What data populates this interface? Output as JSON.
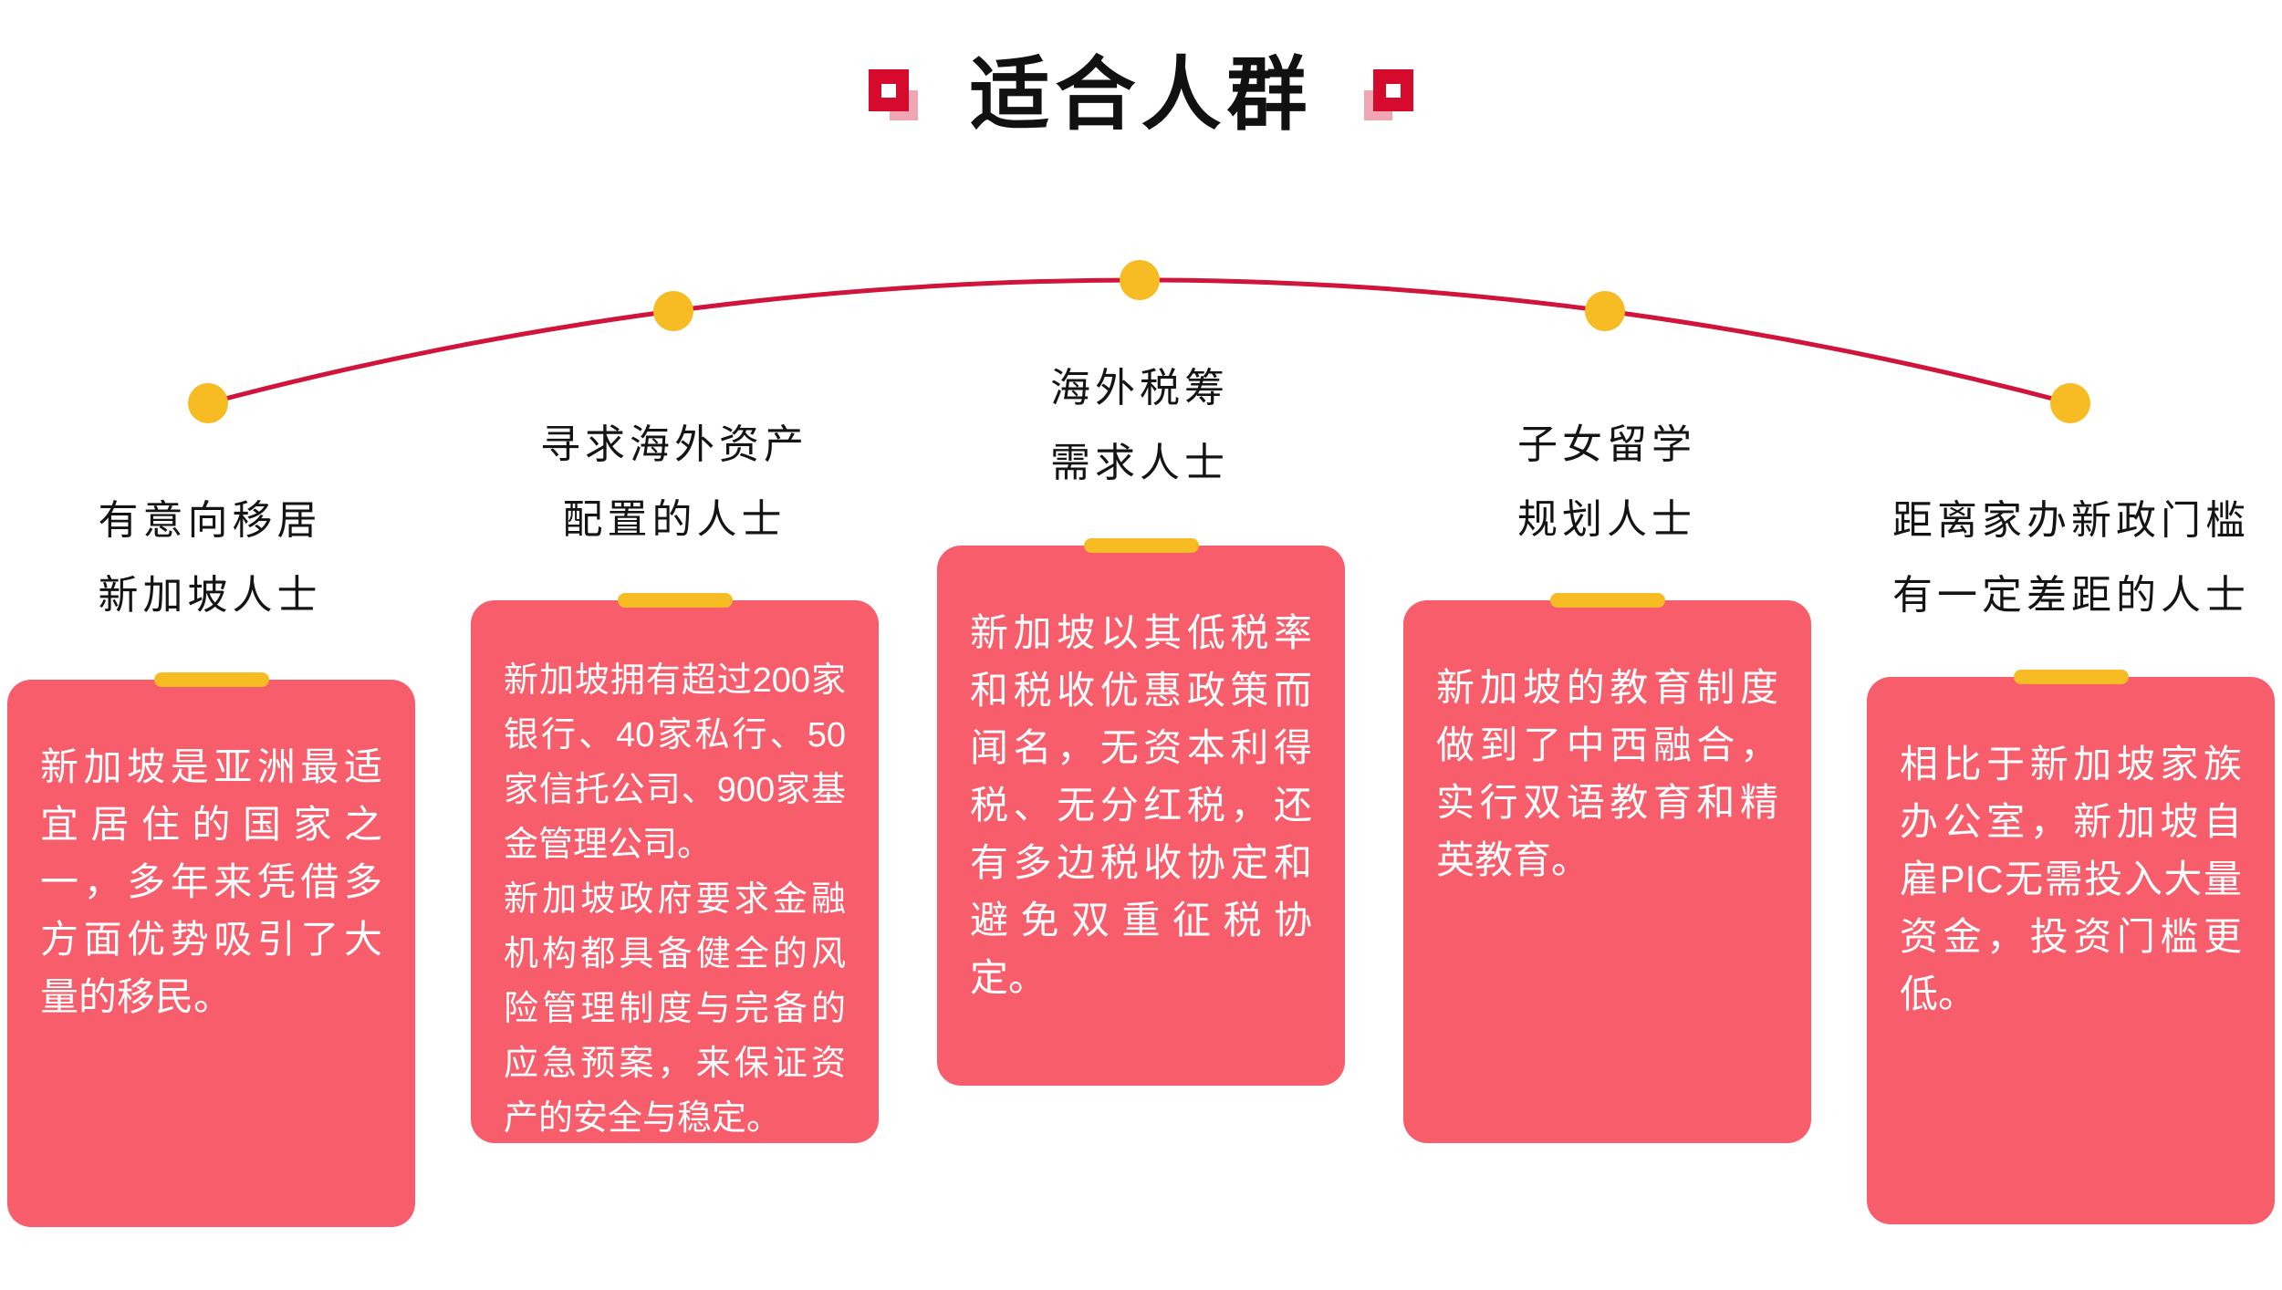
{
  "title": {
    "text": "适合人群"
  },
  "colors": {
    "card_pink": "#f75d6b",
    "accent_yellow": "#f7bc23",
    "line_red": "#d0143c",
    "icon_red": "#d50a2d",
    "icon_pink": "#f0a6b2",
    "heading_black": "#141414",
    "card_text_white": "#ffffff"
  },
  "groups": [
    {
      "heading_line1": "有意向移居",
      "heading_line2": "新加坡人士",
      "body": "新加坡是亚洲最适宜居住的国家之一，多年来凭借多方面优势吸引了大量的移民。"
    },
    {
      "heading_line1": "寻求海外资产",
      "heading_line2": "配置的人士",
      "body": "新加坡拥有超过200家银行、40家私行、50家信托公司、900家基金管理公司。\n新加坡政府要求金融机构都具备健全的风险管理制度与完备的应急预案，来保证资产的安全与稳定。"
    },
    {
      "heading_line1": "海外税筹",
      "heading_line2": "需求人士",
      "body": "新加坡以其低税率和税收优惠政策而闻名，无资本利得税、无分红税，还有多边税收协定和避免双重征税协定。"
    },
    {
      "heading_line1": "子女留学",
      "heading_line2": "规划人士",
      "body": "新加坡的教育制度做到了中西融合，实行双语教育和精英教育。"
    },
    {
      "heading_line1": "距离家办新政门槛",
      "heading_line2": "有一定差距的人士",
      "body": "相比于新加坡家族办公室，新加坡自雇PIC无需投入大量资金，投资门槛更低。"
    }
  ]
}
